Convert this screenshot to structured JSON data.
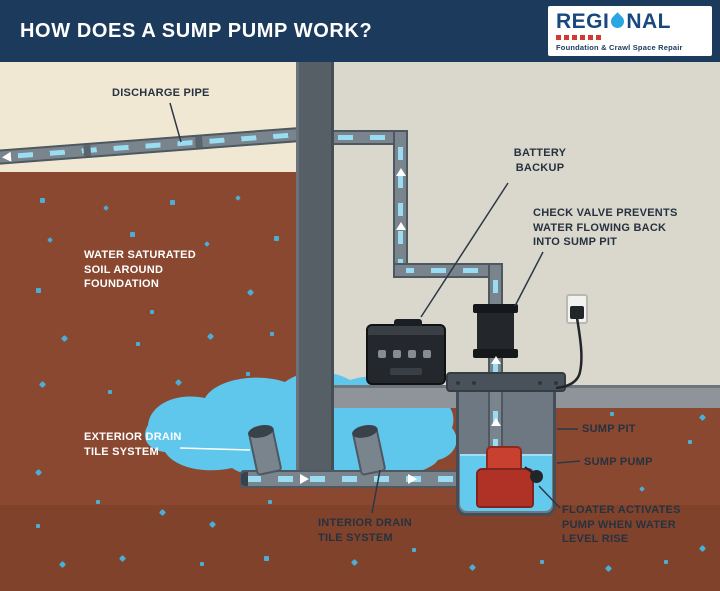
{
  "header": {
    "title": "HOW DOES A SUMP PUMP WORK?",
    "logo": {
      "name_pre": "REGI",
      "name_post": "NAL",
      "tagline": "Foundation & Crawl Space Repair"
    }
  },
  "labels": {
    "discharge_pipe": "DISCHARGE PIPE",
    "battery_backup": "BATTERY\nBACKUP",
    "check_valve": "CHECK VALVE PREVENTS\nWATER FLOWING BACK\nINTO SUMP PIT",
    "water_saturated_soil": "WATER SATURATED\nSOIL AROUND\nFOUNDATION",
    "exterior_drain": "EXTERIOR DRAIN\nTILE SYSTEM",
    "interior_drain": "INTERIOR DRAIN\nTILE SYSTEM",
    "sump_pit": "SUMP PIT",
    "sump_pump": "SUMP PUMP",
    "floater": "FLOATER ACTIVATES\nPUMP WHEN WATER\nLEVEL RISE"
  },
  "colors": {
    "header_bg": "#1b3a5c",
    "exterior_sky": "#f1e8d4",
    "soil": "#8a4830",
    "interior_wall": "#dad7cc",
    "floor": "#8f949b",
    "foundation_wall": "#565e66",
    "pipe": "#79848c",
    "water": "#63c9ed",
    "flow_dash": "#9adcf2",
    "pump_red": "#c0392b",
    "label_dark": "#26323f",
    "label_light": "#ffffff",
    "logo_blue": "#17497f",
    "logo_drop": "#2aa7e0",
    "logo_red": "#d23b33"
  }
}
